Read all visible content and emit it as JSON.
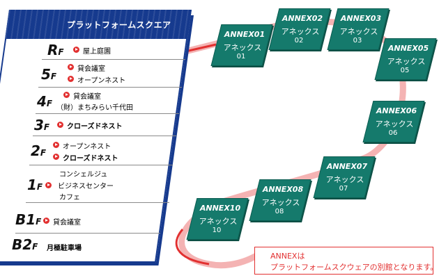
{
  "building": {
    "title": "プラットフォームスクエア",
    "floors": [
      {
        "id": "rf",
        "label_big": "R",
        "label_small": "F",
        "items": [
          {
            "text": "屋上庭園",
            "bullet": true,
            "bold": false
          }
        ]
      },
      {
        "id": "5f",
        "label_big": "5",
        "label_small": "F",
        "items": [
          {
            "text": "貸会議室",
            "bullet": true,
            "bold": false
          },
          {
            "text": "オープンネスト",
            "bullet": true,
            "bold": false
          }
        ]
      },
      {
        "id": "4f",
        "label_big": "4",
        "label_small": "F",
        "items": [
          {
            "text": "貸会議室",
            "bullet": true,
            "bold": false
          },
          {
            "text": "（財）まちみらい千代田",
            "bullet": false,
            "bold": false
          }
        ]
      },
      {
        "id": "3f",
        "label_big": "3",
        "label_small": "F",
        "items": [
          {
            "text": "クローズドネスト",
            "bullet": true,
            "bold": true
          }
        ]
      },
      {
        "id": "2f",
        "label_big": "2",
        "label_small": "F",
        "items": [
          {
            "text": "オープンネスト",
            "bullet": true,
            "bold": false
          },
          {
            "text": "クローズドネスト",
            "bullet": true,
            "bold": true
          }
        ]
      },
      {
        "id": "1f",
        "label_big": "1",
        "label_small": "F",
        "items": [
          {
            "text": "コンシェルジュ",
            "bullet": false,
            "bold": false
          },
          {
            "text": "ビジネスセンター",
            "bullet": true,
            "bold": false
          },
          {
            "text": "カフェ",
            "bullet": false,
            "bold": false
          }
        ]
      },
      {
        "id": "b1f",
        "label_big": "B1",
        "label_small": "F",
        "items": [
          {
            "text": "貸会議室",
            "bullet": true,
            "bold": false
          }
        ]
      },
      {
        "id": "b2f",
        "label_big": "B2",
        "label_small": "F",
        "items": [
          {
            "text": "月極駐車場",
            "bullet": false,
            "bold": true
          }
        ]
      }
    ]
  },
  "annexes": [
    {
      "name": "ANNEX01",
      "kana": "アネックス",
      "num": "01"
    },
    {
      "name": "ANNEX02",
      "kana": "アネックス",
      "num": "02"
    },
    {
      "name": "ANNEX03",
      "kana": "アネックス",
      "num": "03"
    },
    {
      "name": "ANNEX05",
      "kana": "アネックス",
      "num": "05"
    },
    {
      "name": "ANNEX06",
      "kana": "アネックス",
      "num": "06"
    },
    {
      "name": "ANNEX07",
      "kana": "アネックス",
      "num": "07"
    },
    {
      "name": "ANNEX08",
      "kana": "アネックス",
      "num": "08"
    },
    {
      "name": "ANNEX10",
      "kana": "アネックス",
      "num": "10"
    }
  ],
  "note": {
    "line1": "ANNEXは",
    "line2": "プラットフォームスクウェアの別館となります。"
  },
  "colors": {
    "panel_blue": "#163a8e",
    "annex_teal": "#157a6c",
    "loop_pink": "#f4b3b3",
    "accent_red": "#e23030"
  }
}
